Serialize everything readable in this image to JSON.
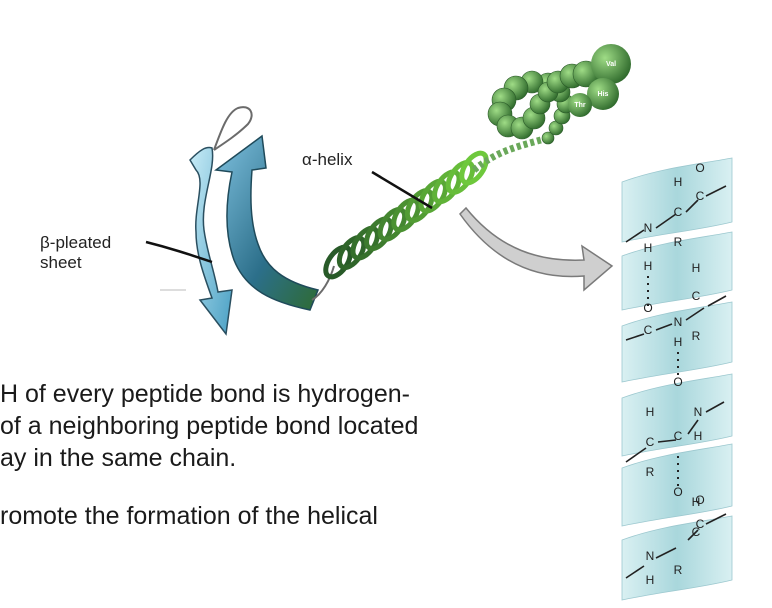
{
  "labels": {
    "alpha_helix": "α-helix",
    "beta_line1": "β-pleated",
    "beta_line2": "sheet"
  },
  "residues": [
    "Val",
    "His",
    "Thr"
  ],
  "atoms": {
    "H": "H",
    "C": "C",
    "N": "N",
    "O": "O",
    "R": "R"
  },
  "body_text": {
    "line1": "H of every peptide bond is hydrogen-",
    "line2": "of a neighboring peptide bond located",
    "line3": "ay in the same chain.",
    "line4": "romote the formation of the helical"
  },
  "colors": {
    "helix_dark": "#2f6e2a",
    "helix_light": "#8fd35a",
    "sheet_dark": "#1f5f7a",
    "sheet_light": "#a9d8ec",
    "ribbon_panel": "#b7dfe6",
    "arrow_gray": "#cccccc"
  }
}
